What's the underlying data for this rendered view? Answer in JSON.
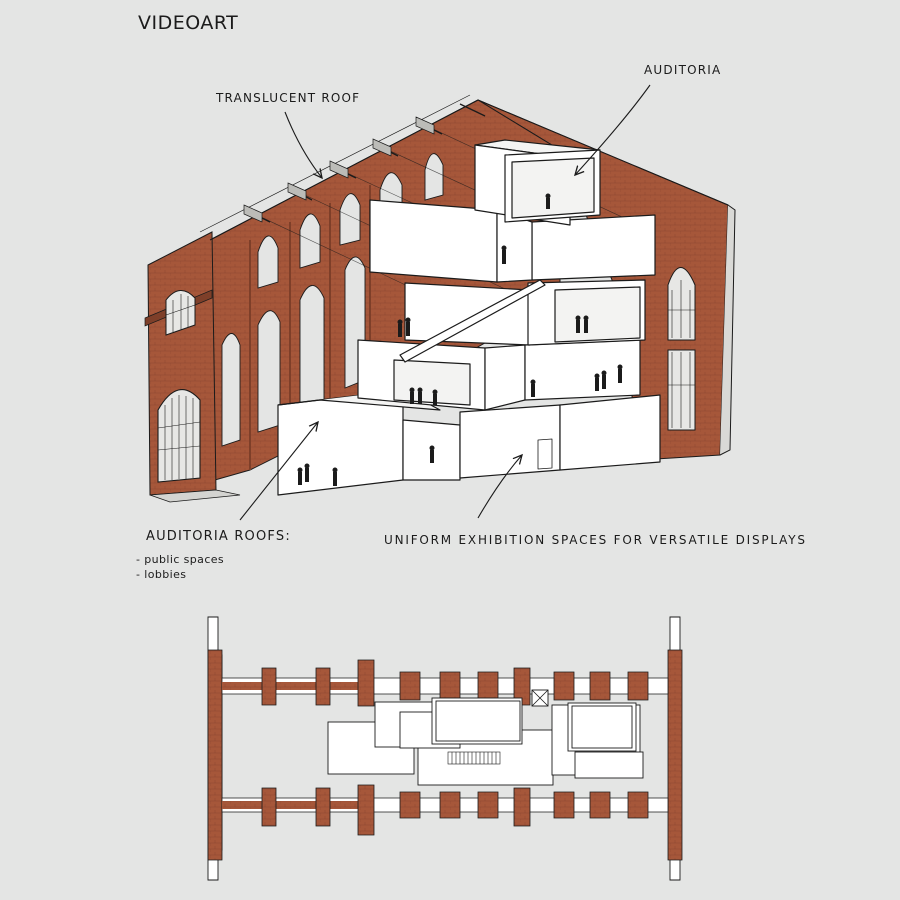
{
  "title": "VIDEOART",
  "labels": {
    "translucent_roof": "TRANSLUCENT ROOF",
    "auditoria": "AUDITORIA",
    "auditoria_roofs": "AUDITORIA ROOFS:",
    "auditoria_roofs_items": [
      "- public spaces",
      "- lobbies"
    ],
    "uniform_spaces": "UNIFORM EXHIBITION SPACES FOR VERSATILE DISPLAYS"
  },
  "colors": {
    "brick": "#a6573a",
    "brick_dark": "#7e3f29",
    "line": "#1b1b1b",
    "box": "#ffffff",
    "background": "#e4e5e4"
  }
}
